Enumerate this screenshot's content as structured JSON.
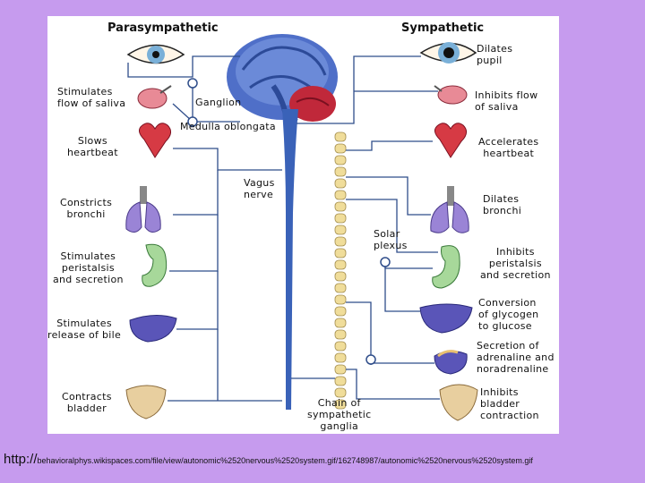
{
  "headers": {
    "left": "Parasympathetic",
    "right": "Sympathetic"
  },
  "center_labels": {
    "ganglion": "Ganglion",
    "medulla": "Medulla oblongata",
    "vagus": "Vagus\nnerve",
    "solar": "Solar\nplexus",
    "chain": "Chain of\nsympathetic\nganglia"
  },
  "left_effects": [
    "Stimulates\nflow of saliva",
    "Slows\nheartbeat",
    "Constricts\nbronchi",
    "Stimulates\nperistalsis\nand secretion",
    "Stimulates\nrelease of bile",
    "Contracts\nbladder"
  ],
  "right_effects": [
    "Dilates\npupil",
    "Inhibits flow\nof saliva",
    "Accelerates\nheartbeat",
    "Dilates\nbronchi",
    "Inhibits\nperistalsis\nand secretion",
    "Conversion\nof glycogen\nto glucose",
    "Secretion of\nadrenaline and\nnoradrenaline",
    "Inhibits\nbladder\ncontraction"
  ],
  "source": {
    "prefix": "http://",
    "rest": "behavioralphys.wikispaces.com/file/view/autonomic%2520nervous%2520system.gif/162748987/autonomic%2520nervous%2520system.gif"
  },
  "colors": {
    "background": "#c69bee",
    "panel": "#ffffff",
    "nerve_line": "#2f4d8a",
    "spinal_cord": "#3a62b8",
    "sympathetic_chain": "#f0dd9a",
    "heart": "#d63a44",
    "lung": "#9a84d6",
    "stomach": "#a7d89a",
    "liver": "#5a55b8",
    "bladder": "#e8cf9f",
    "eye": "#7ab0d8"
  }
}
